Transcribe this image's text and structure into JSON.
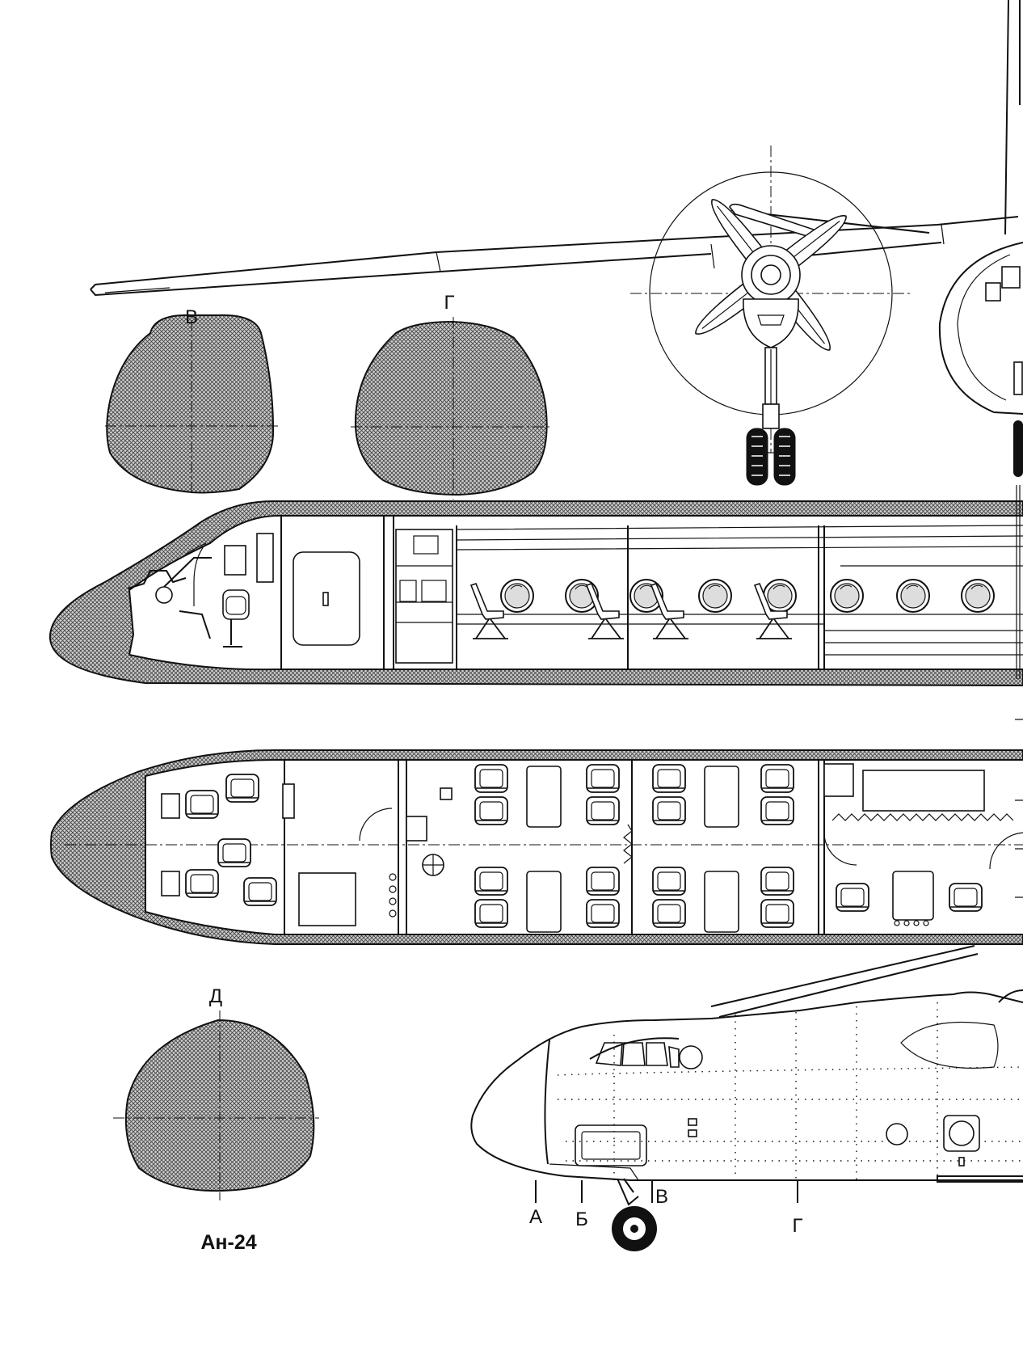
{
  "title": "Ан-24",
  "section_labels": {
    "v_top": "В",
    "g_top": "Г",
    "d": "Д",
    "a_side": "А",
    "b_side": "Б",
    "v_side": "В",
    "g_side": "Г"
  },
  "icons": [
    "propeller-icon",
    "landing-gear-icon",
    "passenger-seat-icon",
    "porthole-icon"
  ]
}
